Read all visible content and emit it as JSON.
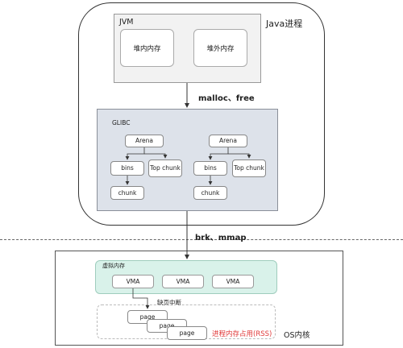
{
  "java_process": {
    "label": "Java进程"
  },
  "jvm": {
    "label": "JVM",
    "heap_in": "堆内内存",
    "heap_out": "堆外内存"
  },
  "edge_malloc": "malloc、free",
  "glibc": {
    "label": "GLIBC",
    "arena_left": {
      "arena": "Arena",
      "bins": "bins",
      "top_chunk": "Top chunk",
      "chunk": "chunk"
    },
    "arena_right": {
      "arena": "Arena",
      "bins": "bins",
      "top_chunk": "Top chunk",
      "chunk": "chunk"
    }
  },
  "edge_brk": "brk、mmap",
  "os": {
    "label": "OS内核",
    "virtual_memory": {
      "label": "虚拟内存",
      "vmas": [
        "VMA",
        "VMA",
        "VMA"
      ]
    },
    "page_fault": "缺页中断",
    "pages": [
      "page",
      "page",
      "page"
    ],
    "rss_label": "进程内存占用(RSS)"
  }
}
